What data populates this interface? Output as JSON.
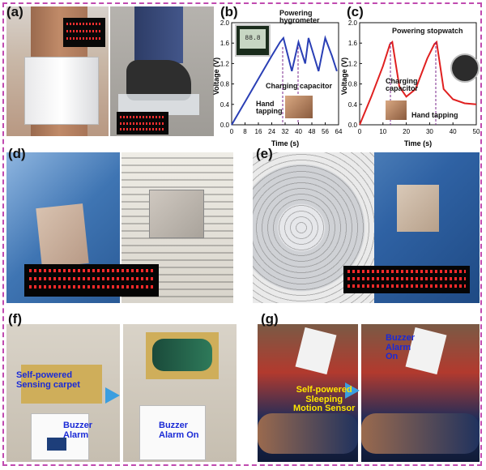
{
  "panels": {
    "a": {
      "label": "(a)"
    },
    "b": {
      "label": "(b)"
    },
    "c": {
      "label": "(c)"
    },
    "d": {
      "label": "(d)"
    },
    "e": {
      "label": "(e)"
    },
    "f": {
      "label": "(f)"
    },
    "g": {
      "label": "(g)"
    }
  },
  "chart_b_text": {
    "ylabel": "Voltage (V)",
    "xlabel": "Time (s)",
    "powering": "Powering\nhygrometer",
    "charging": "Charging capacitor",
    "tapping": "Hand\ntapping"
  },
  "chart_c_text": {
    "ylabel": "Voltage (V)",
    "xlabel": "Time (s)",
    "powering": "Powering stopwatch",
    "charging": "Charging\ncapacitor",
    "tapping": "Hand tapping"
  },
  "chart_data": [
    {
      "type": "line",
      "xlabel": "Time (s)",
      "ylabel": "Voltage (V)",
      "xlim": [
        0,
        64
      ],
      "ylim": [
        0,
        2.0
      ],
      "xticks": [
        0,
        8,
        16,
        24,
        32,
        40,
        48,
        56,
        64
      ],
      "yticks": [
        0.0,
        0.4,
        0.8,
        1.2,
        1.6,
        2.0
      ],
      "color": "#2a3fb5",
      "x": [
        0,
        8,
        16,
        24,
        29,
        31,
        36,
        40,
        44,
        46,
        52,
        56,
        60,
        63
      ],
      "y": [
        0,
        0.45,
        0.9,
        1.35,
        1.62,
        1.7,
        1.05,
        1.62,
        1.2,
        1.7,
        1.05,
        1.7,
        1.35,
        1.05
      ]
    },
    {
      "type": "line",
      "xlabel": "Time (s)",
      "ylabel": "Voltage (V)",
      "xlim": [
        0,
        50
      ],
      "ylim": [
        0,
        2.0
      ],
      "xticks": [
        0,
        10,
        20,
        30,
        40,
        50
      ],
      "yticks": [
        0.0,
        0.4,
        0.8,
        1.2,
        1.6,
        2.0
      ],
      "color": "#e02020",
      "x": [
        0,
        5,
        10,
        13,
        14,
        17,
        20,
        24,
        29,
        32,
        33,
        36,
        40,
        45,
        50
      ],
      "y": [
        0,
        0.55,
        1.15,
        1.58,
        1.62,
        0.75,
        0.55,
        0.7,
        1.3,
        1.58,
        1.62,
        0.7,
        0.5,
        0.42,
        0.4
      ]
    }
  ],
  "annotations_f": {
    "carpet": "Self-powered\nSensing carpet",
    "buzzer": "Buzzer\nAlarm",
    "buzzer_on": "Buzzer\nAlarm On"
  },
  "annotations_g": {
    "buzzer_on": "Buzzer\nAlarm\nOn",
    "sensor": "Self-powered\nSleeping\nMotion Sensor"
  },
  "colors": {
    "frame": "#c04bb0",
    "blue_line": "#2a3fb5",
    "red_line": "#e02020",
    "annotation_blue": "#1a2ad6",
    "annotation_yellow": "#ffe600"
  }
}
